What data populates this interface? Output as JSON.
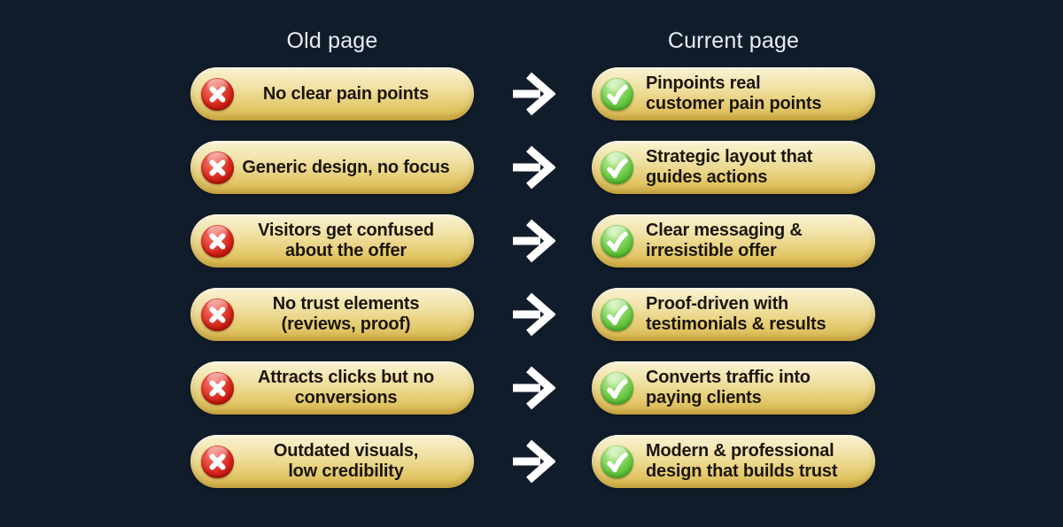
{
  "panel": {
    "background": "#111c2b"
  },
  "headers": {
    "old": "Old page",
    "current": "Current page"
  },
  "rows": [
    {
      "old": "No clear pain points",
      "current": "Pinpoints real\ncustomer pain points"
    },
    {
      "old": "Generic design, no focus",
      "current": "Strategic layout that\nguides actions"
    },
    {
      "old": "Visitors get confused\nabout the offer",
      "current": "Clear messaging &\nirresistible offer"
    },
    {
      "old": "No trust elements\n(reviews, proof)",
      "current": "Proof-driven with\ntestimonials & results"
    },
    {
      "old": "Attracts clicks but no\nconversions",
      "current": "Converts traffic into\npaying clients"
    },
    {
      "old": "Outdated visuals,\nlow credibility",
      "current": "Modern & professional\ndesign that builds trust"
    }
  ],
  "colors": {
    "background": "#111c2b",
    "heading_text": "#e8edf4",
    "pill_text": "#1c160e",
    "pill_gold_top": "#faf3d4",
    "pill_gold_bottom": "#d8b64b",
    "fail_red": "#cb1d12",
    "success_green": "#5fc13a",
    "arrow_white": "#ffffff"
  },
  "icons": {
    "fail": "x-circle-icon",
    "success": "check-circle-icon",
    "between": "right-arrow-icon"
  }
}
